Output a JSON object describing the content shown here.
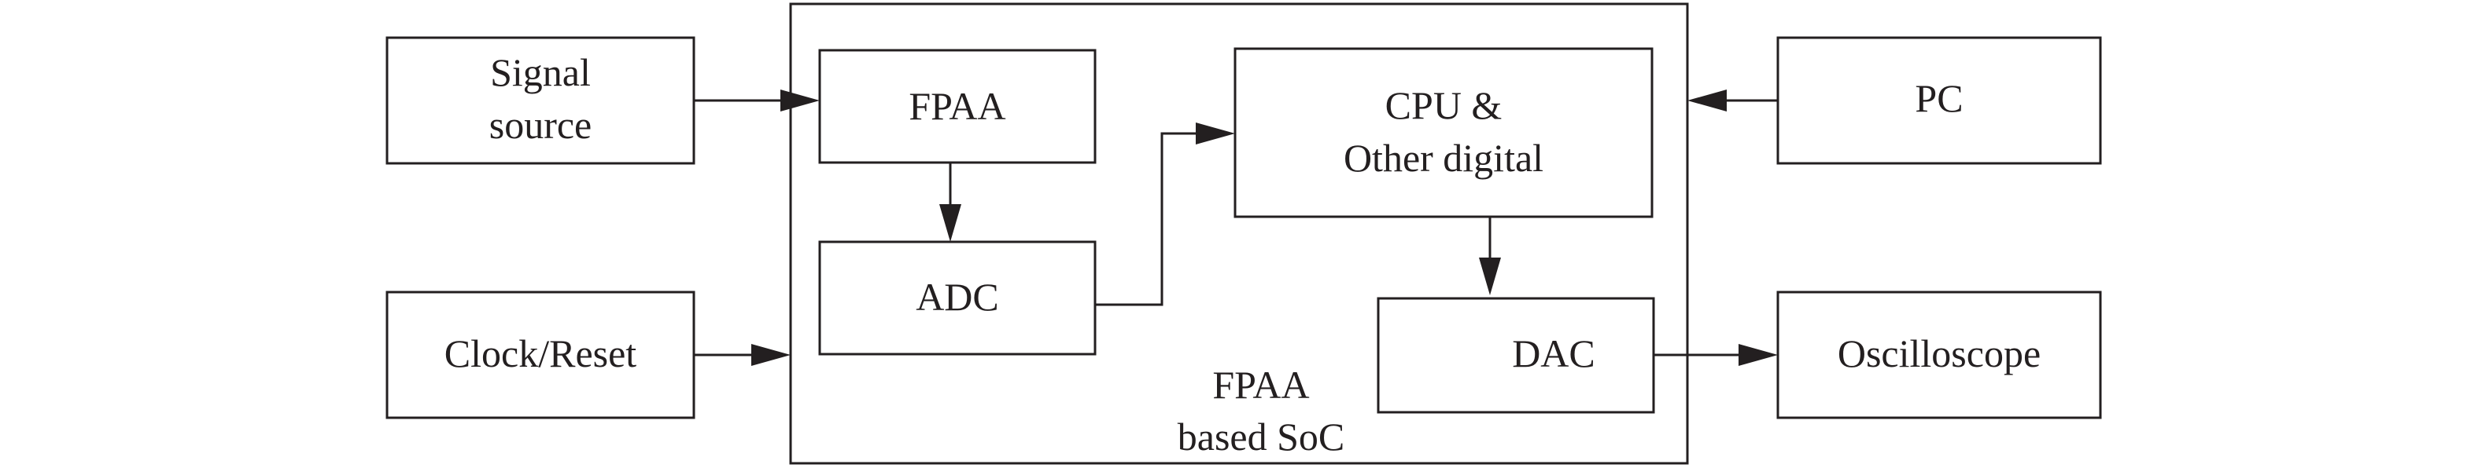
{
  "diagram": {
    "external": {
      "signal_source": [
        "Signal",
        "source"
      ],
      "clock_reset": "Clock/Reset",
      "pc": "PC",
      "oscilloscope": "Oscilloscope"
    },
    "soc": {
      "label": [
        "FPAA",
        "based SoC"
      ],
      "fpaa": "FPAA",
      "adc": "ADC",
      "cpu": [
        "CPU &",
        "Other digital"
      ],
      "dac": "DAC"
    },
    "connections": [
      {
        "from": "Signal source",
        "to": "FPAA"
      },
      {
        "from": "Clock/Reset",
        "to": "FPAA based SoC"
      },
      {
        "from": "FPAA",
        "to": "ADC"
      },
      {
        "from": "ADC",
        "to": "CPU & Other digital"
      },
      {
        "from": "CPU & Other digital",
        "to": "DAC"
      },
      {
        "from": "PC",
        "to": "FPAA based SoC"
      },
      {
        "from": "DAC",
        "to": "Oscilloscope"
      }
    ]
  }
}
